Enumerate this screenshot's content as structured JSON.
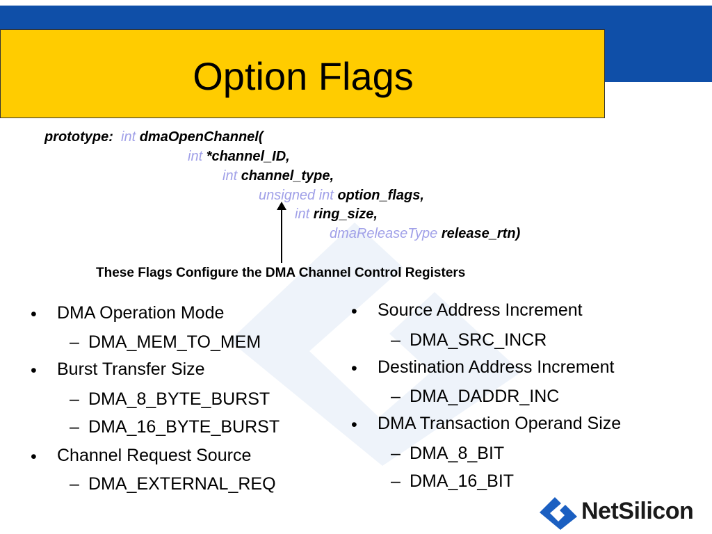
{
  "slide": {
    "title": "Option Flags",
    "prototype": {
      "label": "prototype:",
      "lines": [
        {
          "type": "int",
          "text": "dmaOpenChannel("
        },
        {
          "type": "int",
          "text": "*channel_ID,"
        },
        {
          "type": "int",
          "text": "channel_type,"
        },
        {
          "type": "unsigned int",
          "text": "option_flags,"
        },
        {
          "type": "int",
          "text": "ring_size,"
        },
        {
          "type": "dmaReleaseType",
          "text": "release_rtn)"
        }
      ]
    },
    "caption": "These Flags Configure the DMA Channel Control Registers",
    "left_list": [
      {
        "label": "DMA Operation Mode",
        "subitems": [
          "DMA_MEM_TO_MEM"
        ]
      },
      {
        "label": "Burst Transfer Size",
        "subitems": [
          "DMA_8_BYTE_BURST",
          "DMA_16_BYTE_BURST"
        ]
      },
      {
        "label": "Channel Request Source",
        "subitems": [
          "DMA_EXTERNAL_REQ"
        ]
      }
    ],
    "right_list": [
      {
        "label": "Source Address Increment",
        "subitems": [
          "DMA_SRC_INCR"
        ]
      },
      {
        "label": "Destination Address Increment",
        "subitems": [
          "DMA_DADDR_INC"
        ]
      },
      {
        "label": "DMA Transaction Operand Size",
        "subitems": [
          "DMA_8_BIT",
          "DMA_16_BIT"
        ]
      }
    ],
    "markers": {
      "bullet": "•",
      "dash": "–"
    },
    "logo": {
      "text": "NetSilicon",
      "icon": "netsilicon-logo-icon"
    },
    "colors": {
      "band": "#0f4fa8",
      "title_box": "#ffcc00",
      "keyword": "#a0a0e8"
    }
  }
}
